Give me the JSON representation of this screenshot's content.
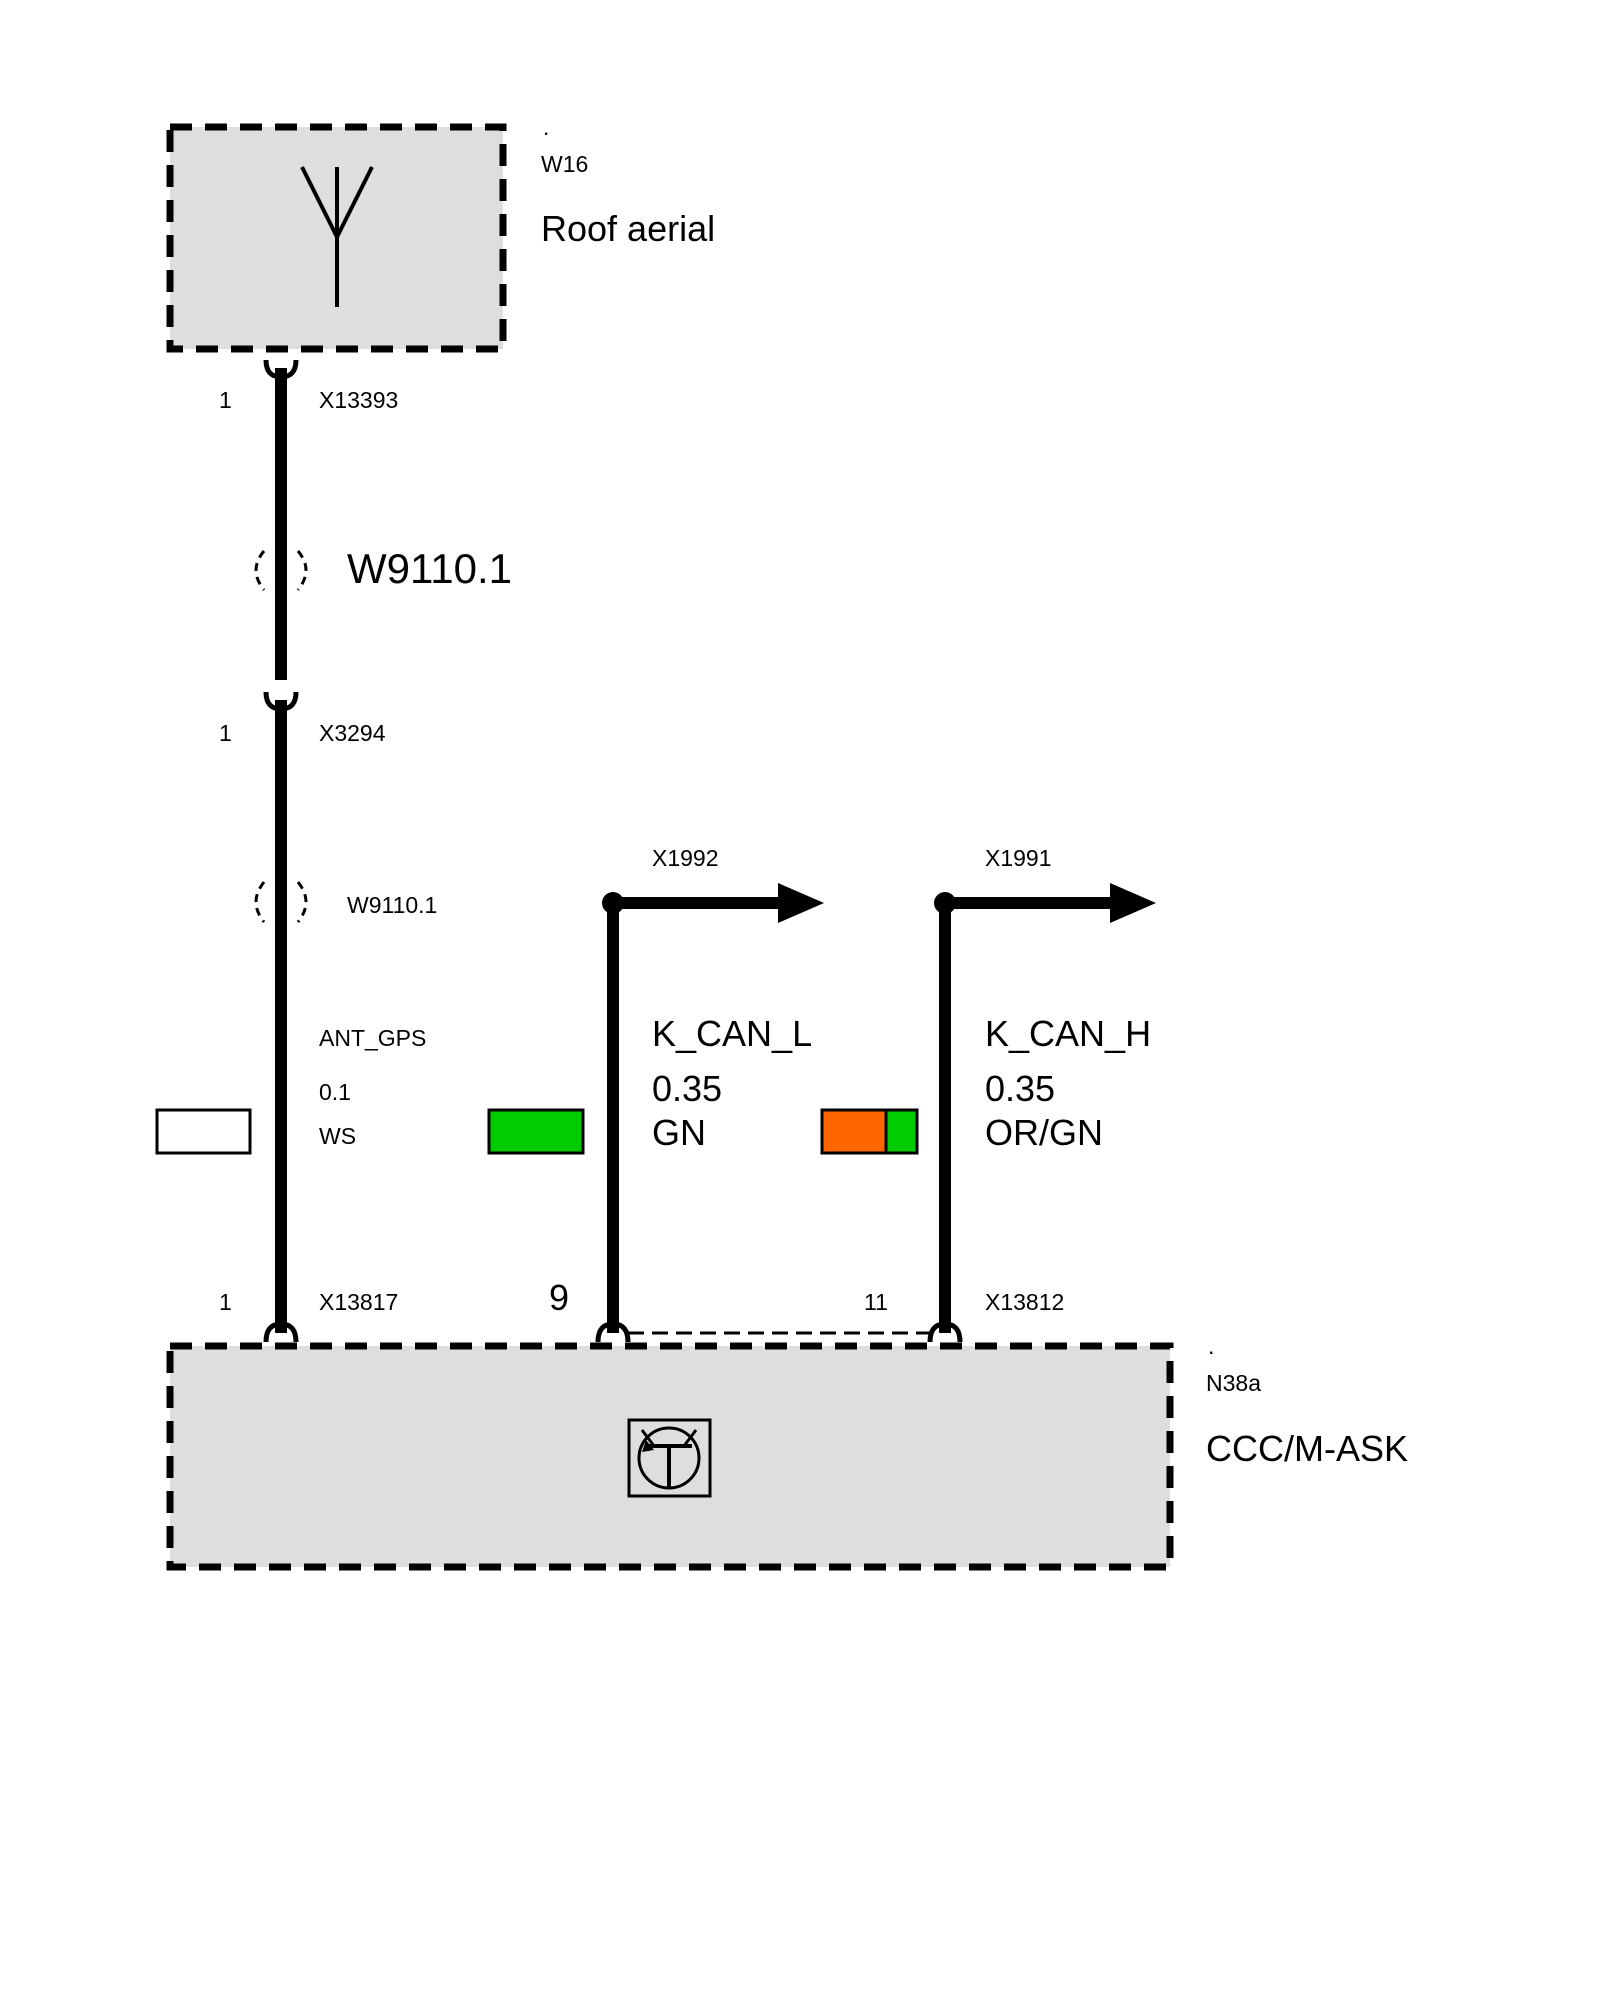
{
  "colors": {
    "box_fill": "#dedede",
    "swatch_ws": "#ffffff",
    "swatch_gn": "#00cc00",
    "swatch_or": "#ff6600",
    "wire": "#000000"
  },
  "components": {
    "aerial": {
      "dot": ".",
      "id": "W16",
      "name": "Roof aerial",
      "icon": "antenna-icon"
    },
    "module": {
      "dot": ".",
      "id": "N38a",
      "name": "CCC/M-ASK",
      "icon": "transistor-icon"
    }
  },
  "connectors": {
    "top": {
      "pin": "1",
      "id": "X13393"
    },
    "middle": {
      "pin": "1",
      "id": "X3294"
    },
    "bottom_left": {
      "pin": "1",
      "id": "X13817"
    },
    "bottom_mid": {
      "pin": "9"
    },
    "bottom_right": {
      "pin": "11",
      "id": "X13812"
    }
  },
  "harness": {
    "upper": "W9110.1",
    "lower": "W9110.1"
  },
  "wires": [
    {
      "signal": "ANT_GPS",
      "size": "0.1",
      "color": "WS"
    },
    {
      "signal": "K_CAN_L",
      "size": "0.35",
      "color": "GN",
      "arrow_connector": "X1992"
    },
    {
      "signal": "K_CAN_H",
      "size": "0.35",
      "color": "OR/GN",
      "arrow_connector": "X1991"
    }
  ]
}
